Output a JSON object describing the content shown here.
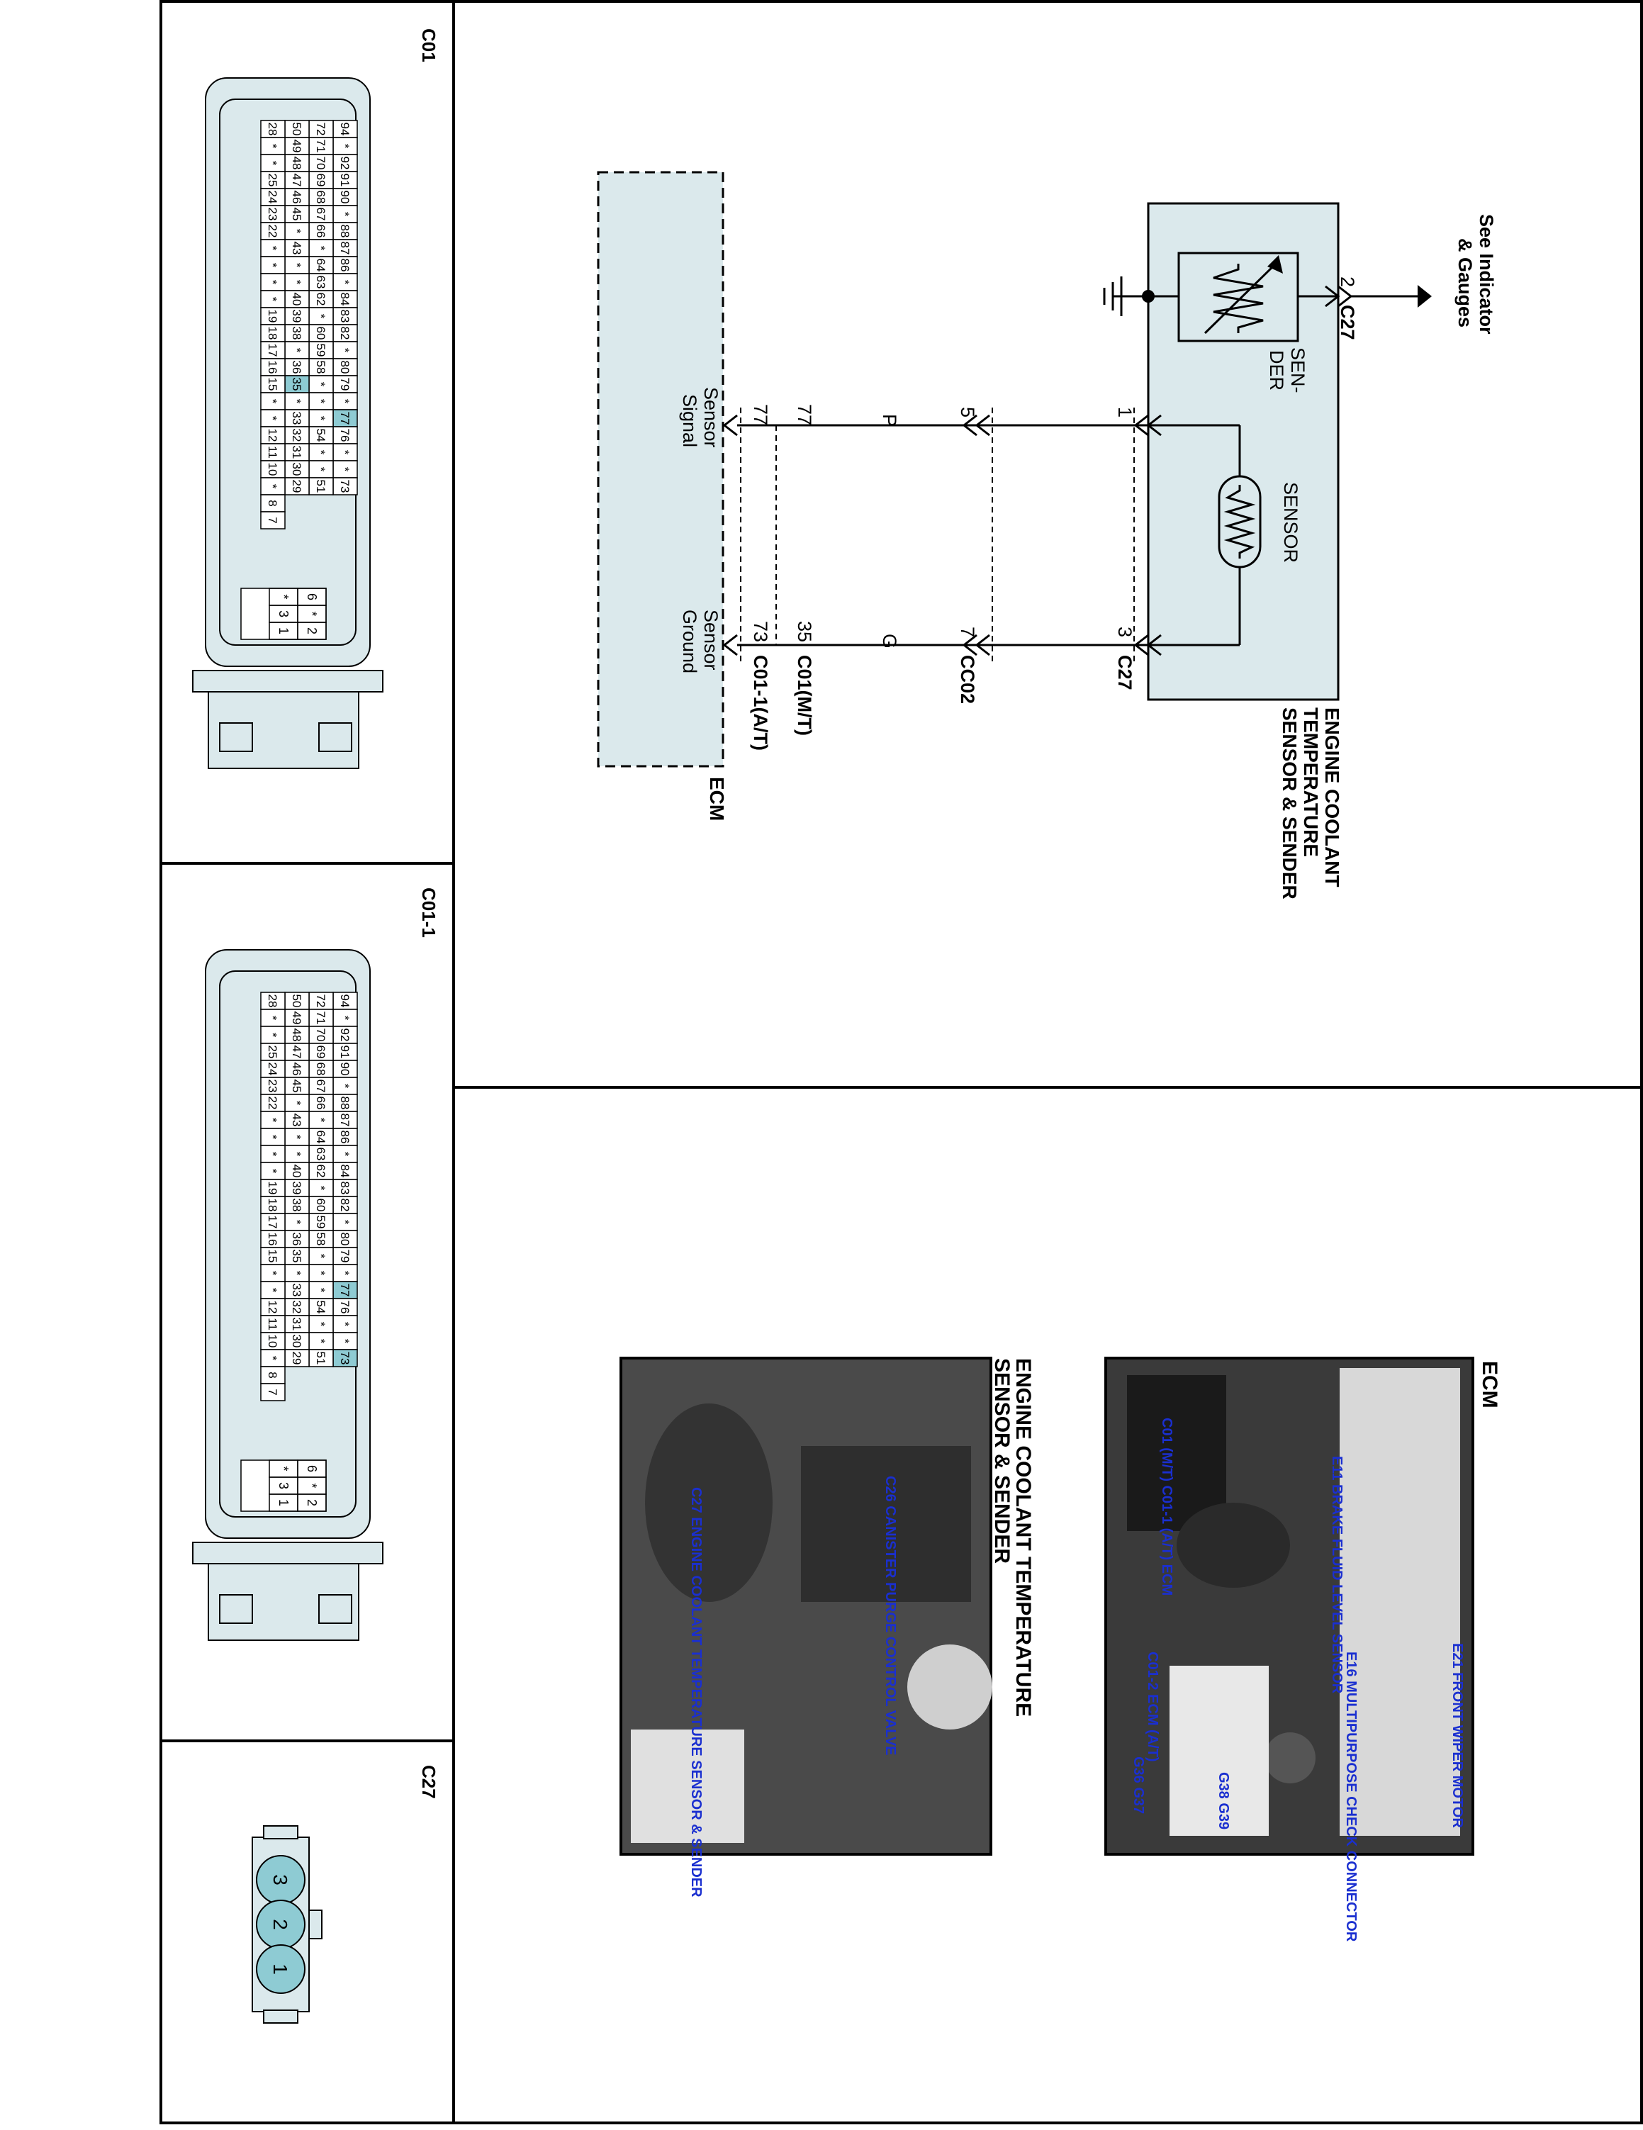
{
  "connectors_panel": {
    "c01": {
      "id": "C01",
      "rows": [
        [
          "94",
          "*",
          "92",
          "91",
          "90",
          "*",
          "88",
          "87",
          "86",
          "*",
          "84",
          "83",
          "82",
          "*",
          "80",
          "79",
          "*",
          "77",
          "76",
          "*",
          "*",
          "73"
        ],
        [
          "72",
          "71",
          "70",
          "69",
          "68",
          "67",
          "66",
          "*",
          "64",
          "63",
          "62",
          "*",
          "60",
          "59",
          "58",
          "*",
          "*",
          "*",
          "54",
          "*",
          "*",
          "51"
        ],
        [
          "50",
          "49",
          "48",
          "47",
          "46",
          "45",
          "*",
          "43",
          "*",
          "*",
          "40",
          "39",
          "38",
          "*",
          "36",
          "35",
          "*",
          "33",
          "32",
          "31",
          "30",
          "29"
        ],
        [
          "28",
          "*",
          "*",
          "25",
          "24",
          "23",
          "22",
          "*",
          "*",
          "*",
          "*",
          "19",
          "18",
          "17",
          "16",
          "15",
          "*",
          "*",
          "12",
          "11",
          "10",
          "*",
          "8",
          "7"
        ]
      ],
      "small_block": [
        [
          "6",
          "*"
        ],
        [
          "*",
          "3"
        ],
        [
          "2",
          "1"
        ]
      ],
      "highlight": [
        "77",
        "35"
      ]
    },
    "c01_1": {
      "id": "C01-1",
      "highlight": [
        "77",
        "73"
      ]
    },
    "c27": {
      "id": "C27",
      "pins": [
        "3",
        "2",
        "1"
      ]
    }
  },
  "schematic": {
    "indicator_label_1": "See Indicator",
    "indicator_label_2": "& Gauges",
    "connector_c27": "C27",
    "pin_2": "2",
    "sender_label_1": "SEN-",
    "sender_label_2": "DER",
    "sensor_label": "SENSOR",
    "component_title_1": "ENGINE COOLANT",
    "component_title_2": "TEMPERATURE",
    "component_title_3": "SENSOR & SENDER",
    "pin_1": "1",
    "pin_3": "3",
    "c27_bottom": "C27",
    "pin_5": "5",
    "pin_7": "7",
    "cc02": "CC02",
    "wire_p": "P",
    "wire_g": "G",
    "pin_77a": "77",
    "pin_77b": "77",
    "pin_35": "35",
    "pin_73": "73",
    "c01_mt": "C01(M/T)",
    "c01_at": "C01-1(A/T)",
    "sensor_signal_1": "Sensor",
    "sensor_signal_2": "Signal",
    "sensor_ground_1": "Sensor",
    "sensor_ground_2": "Ground",
    "ecm": "ECM"
  },
  "photos": {
    "ecm_photo": {
      "title": "ECM",
      "labels": {
        "e21": "E21 FRONT WIPER MOTOR",
        "e11": "E11 BRAKE FLUID LEVEL SENSOR",
        "e16": "E16 MULTIPURPOSE CHECK CONNECTOR",
        "c01": "C01 (M/T) C01-1 (A/T) ECM",
        "c01_2": "C01-2 ECM (A/T)",
        "g38": "G38 G39",
        "g36": "G36 G37"
      }
    },
    "coolant_photo": {
      "title_1": "ENGINE COOLANT TEMPERATURE",
      "title_2": "SENSOR & SENDER",
      "labels": {
        "c26": "C26 CANISTER PURGE CONTROL VALVE",
        "c27": "C27 ENGINE COOLANT TEMPERATURE SENSOR & SENDER"
      }
    }
  },
  "colors": {
    "panel_fill": "#dbe9ec",
    "pin_fill": "#8ecbd3",
    "label_blue": "#1a2fd0",
    "line": "#000000"
  }
}
